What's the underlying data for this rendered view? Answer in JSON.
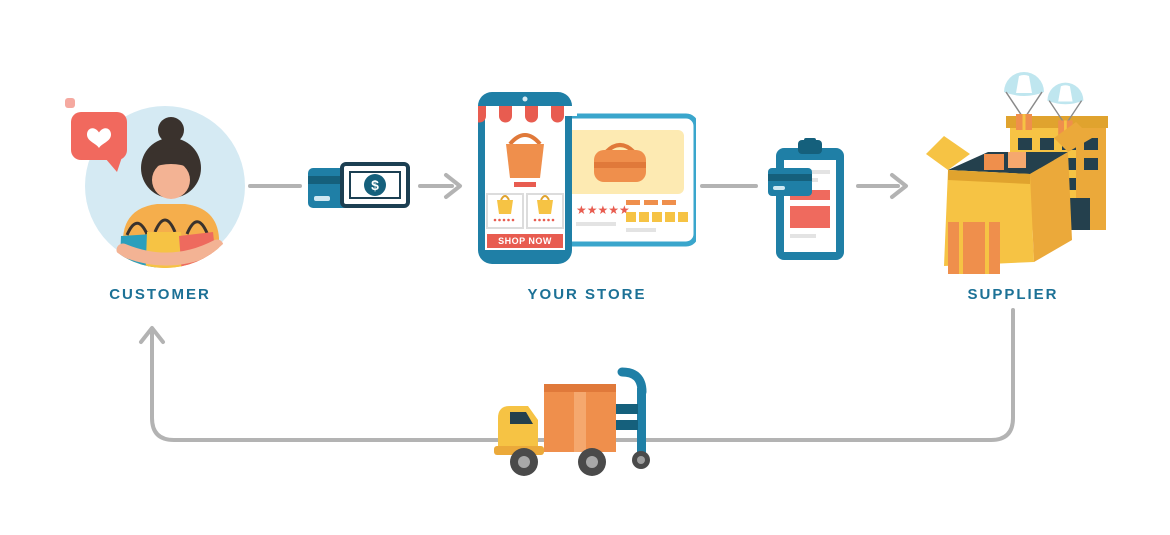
{
  "diagram": {
    "name": "dropshipping-flow",
    "background": "#ffffff"
  },
  "nodes": {
    "customer": {
      "label": "CUSTOMER"
    },
    "store": {
      "label": "YOUR STORE",
      "shop_now": "SHOP NOW",
      "rating_stars": "★★★★★"
    },
    "supplier": {
      "label": "SUPPLIER"
    },
    "money": {
      "currency_symbol": "$"
    }
  },
  "icons": [
    "heart-speech-bubble-icon",
    "shopping-bags-icon",
    "credit-card-icon",
    "cash-icon",
    "storefront-awning-icon",
    "shopping-bag-icon",
    "shop-now-button",
    "product-card",
    "order-clipboard-icon",
    "payment-card-icon",
    "parachute-icon",
    "warehouse-icon",
    "open-box-icon",
    "delivery-truck-icon",
    "hand-truck-icon"
  ],
  "colors": {
    "label_text": "#1c7196",
    "connector": "#b3b3b3",
    "yellow": "#f6c344",
    "yellow_dark": "#eba93a",
    "orange": "#ef8f4c",
    "orange_dark": "#e0793a",
    "red": "#e85c50",
    "salmon": "#f1695e",
    "blue": "#1f7fa6",
    "blue_dark": "#15607c",
    "navy": "#24404d",
    "light_blue_bg": "#d5eaf3",
    "sky_blue": "#bfe6ef",
    "skin": "#f3b394"
  }
}
